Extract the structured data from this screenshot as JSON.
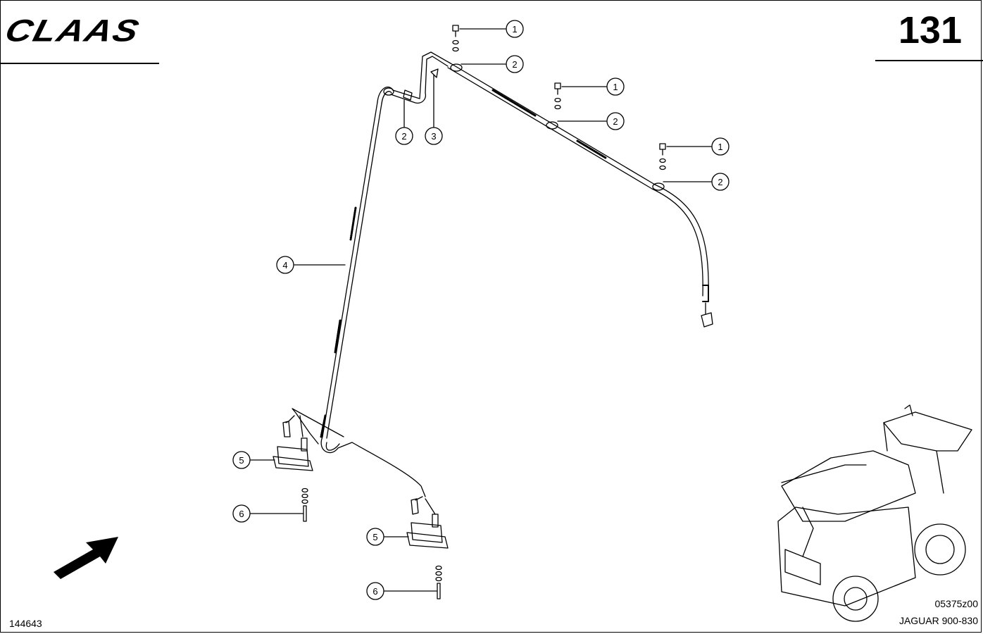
{
  "brand": "CLAAS",
  "page_number": "131",
  "drawing_number": "144643",
  "figure_code": "05375z00",
  "model": "JAGUAR 900-830",
  "callouts": [
    "1",
    "1",
    "1",
    "2",
    "2",
    "2",
    "2",
    "3",
    "4",
    "5",
    "5",
    "6",
    "6"
  ]
}
